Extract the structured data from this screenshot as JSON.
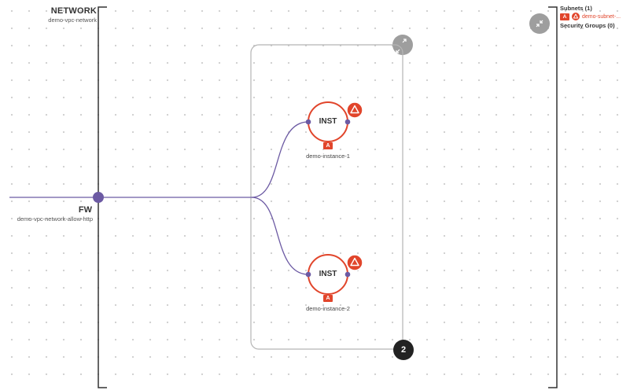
{
  "network": {
    "title": "NETWORK",
    "name": "demo-vpc-network"
  },
  "firewall": {
    "title": "FW",
    "name": "demo-vpc-network-allow-http"
  },
  "instances": [
    {
      "label": "INST",
      "name": "demo-instance-1",
      "badge": "A"
    },
    {
      "label": "INST",
      "name": "demo-instance-2",
      "badge": "A"
    }
  ],
  "group": {
    "count": "2"
  },
  "side_panel": {
    "subnets_heading": "Subnets (1)",
    "subnet": {
      "badge": "A",
      "name": "demo-subnet-..."
    },
    "security_groups_heading": "Security Groups (0)"
  },
  "colors": {
    "edge": "#6c5aa3",
    "alert": "#e1452b",
    "node_dot": "#6c5aa3",
    "group_border": "#b5b5b5",
    "bracket": "#333333"
  },
  "icons": {
    "alert": "warning-triangle-icon",
    "collapse": "collapse-arrows-icon"
  }
}
